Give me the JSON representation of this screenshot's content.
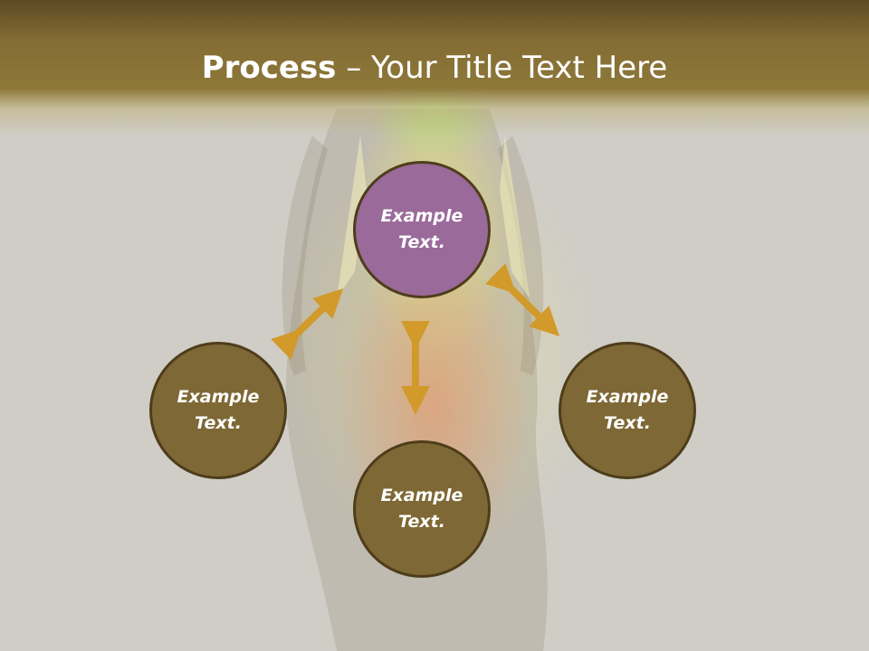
{
  "slide": {
    "title_bold": "Process",
    "title_rest": " – Your Title Text Here",
    "nodes": {
      "top": "Example Text.",
      "left": "Example Text.",
      "right": "Example Text.",
      "bottom": "Example Text."
    }
  },
  "colors": {
    "title_bar": "#846c33",
    "node_highlight": "#9a6a9a",
    "node_default": "#7e6835",
    "node_border": "#4e3d1b",
    "arrow": "#d29a2a"
  }
}
